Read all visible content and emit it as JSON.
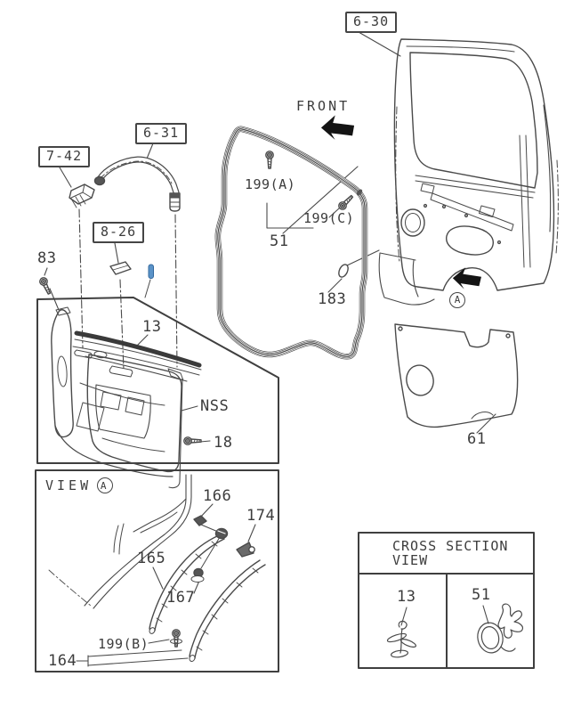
{
  "palette": {
    "line": "#4a4a4a",
    "text": "#3c3c3c",
    "dark_fill": "#565656",
    "highlight_fill": "#5b93c8",
    "highlight_edge": "#33689e"
  },
  "boxed_refs": [
    {
      "text": "6-30"
    },
    {
      "text": "6-31"
    },
    {
      "text": "7-42"
    },
    {
      "text": "8-26"
    }
  ],
  "orientation": {
    "front_label": "FRONT"
  },
  "detail_view": {
    "view_label": "VIEW",
    "letter": "A"
  },
  "callouts": [
    {
      "text": "83"
    },
    {
      "text": "199(A)"
    },
    {
      "text": "199(C)"
    },
    {
      "text": "51"
    },
    {
      "text": "183"
    },
    {
      "text": "13"
    },
    {
      "text": "NSS"
    },
    {
      "text": "18"
    },
    {
      "text": "61"
    },
    {
      "text": "166"
    },
    {
      "text": "174"
    },
    {
      "text": "165"
    },
    {
      "text": "167"
    },
    {
      "text": "199(B)"
    },
    {
      "text": "164"
    }
  ],
  "cross_section": {
    "title_line1": "CROSS SECTION",
    "title_line2": "VIEW",
    "items": [
      {
        "text": "13"
      },
      {
        "text": "51"
      }
    ]
  }
}
